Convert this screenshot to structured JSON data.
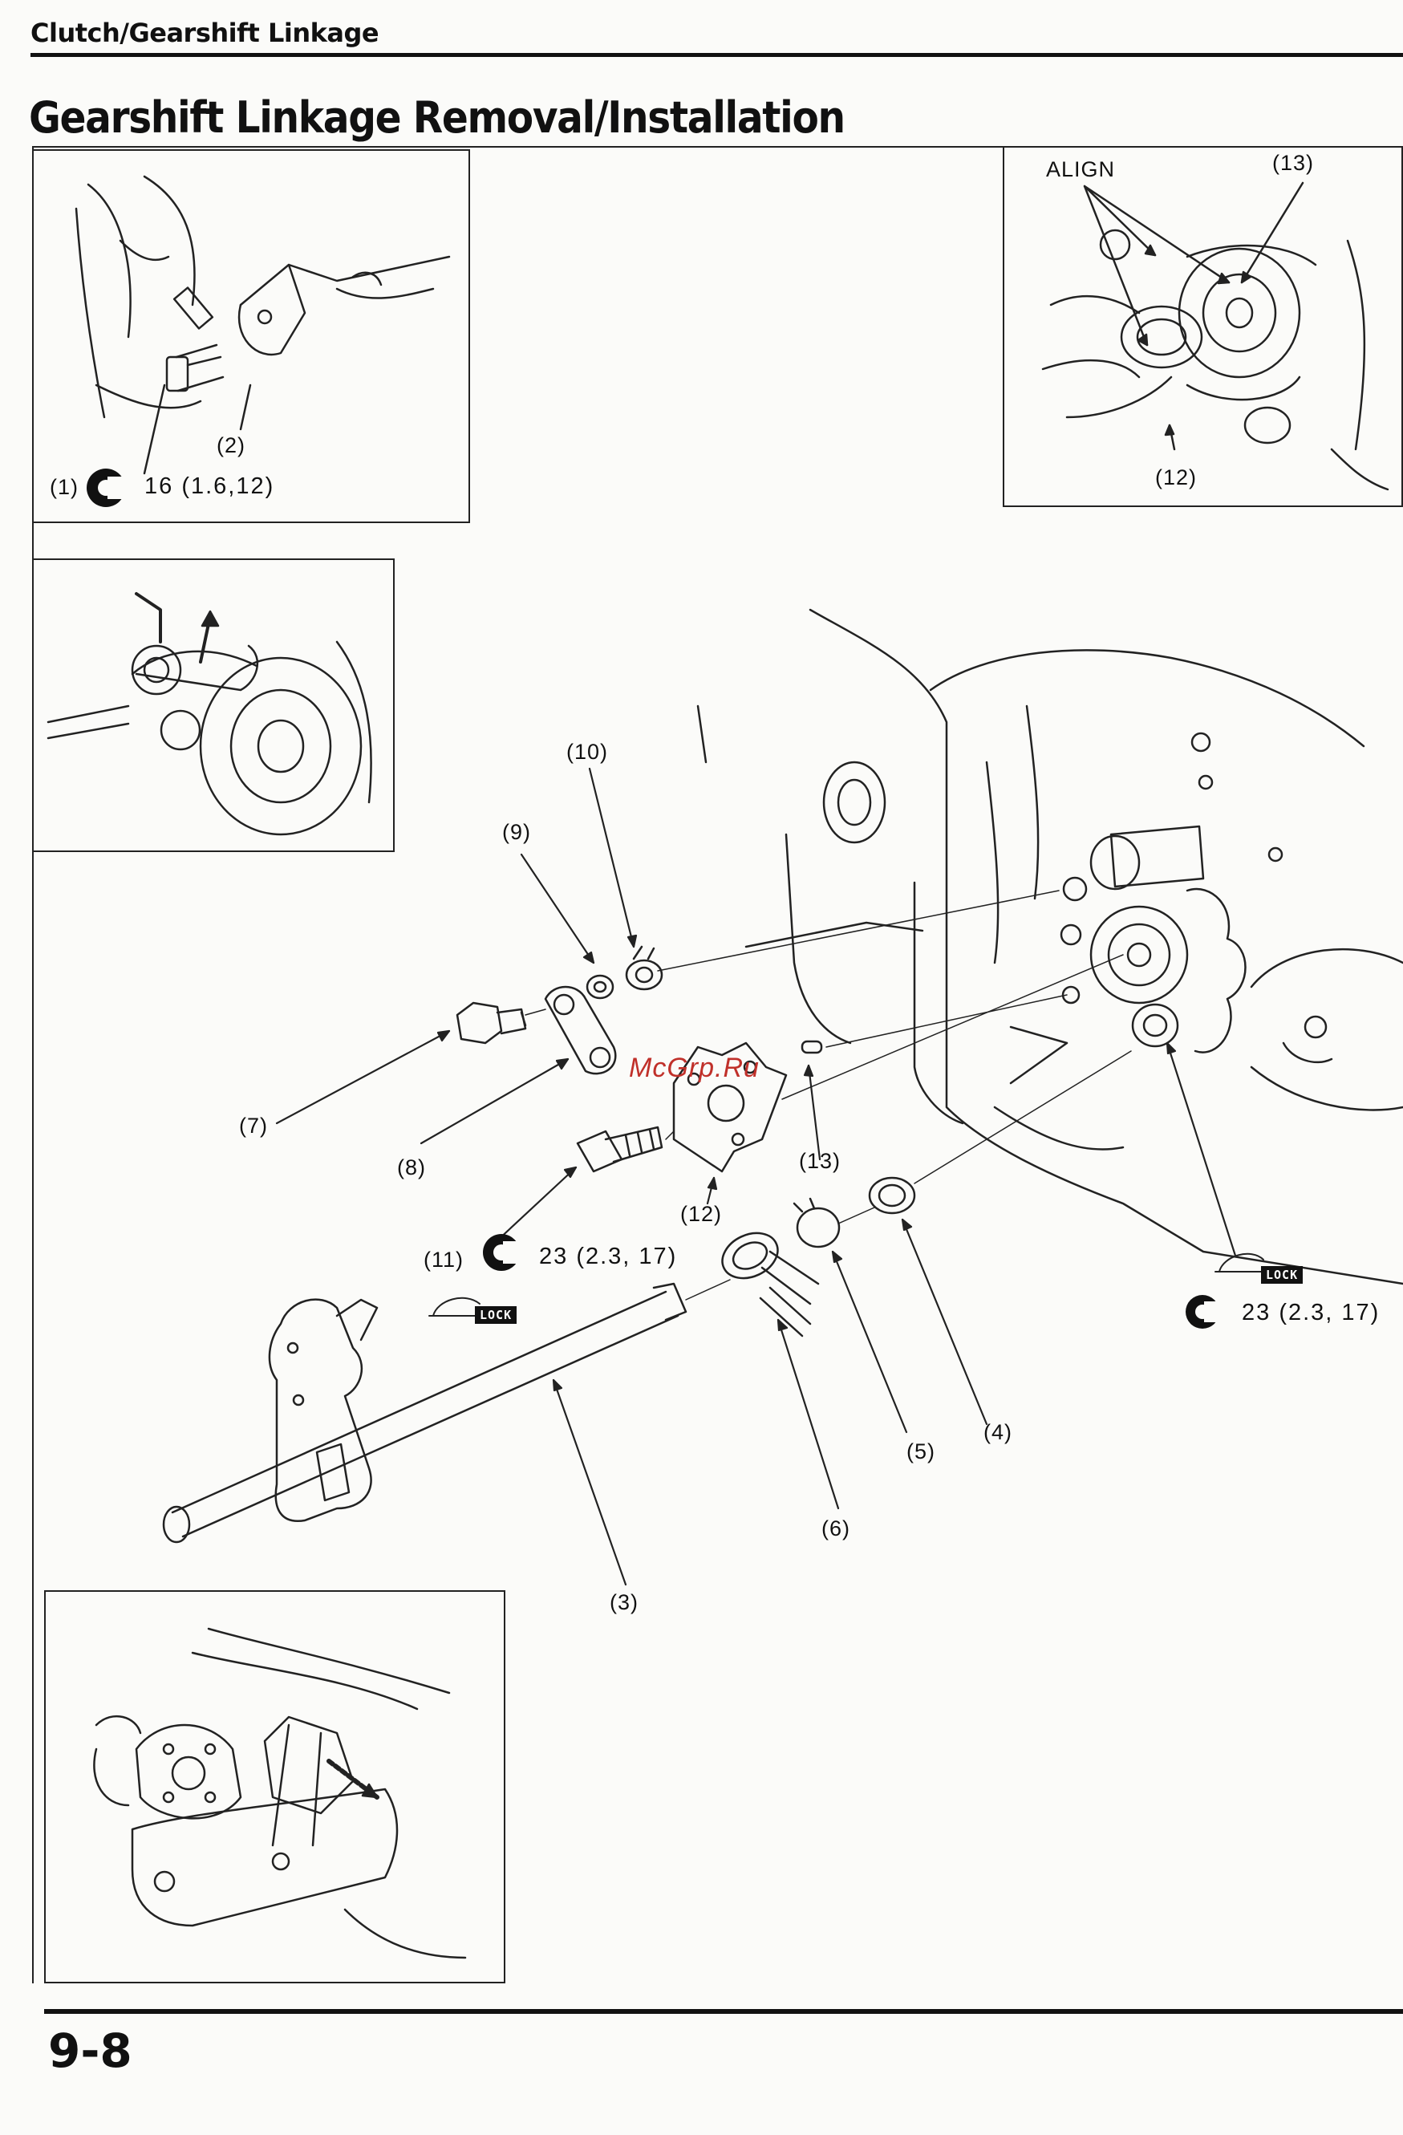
{
  "header": {
    "section": "Clutch/Gearshift Linkage",
    "title": "Gearshift Linkage Removal/Installation"
  },
  "panel_top_left": {
    "callout_1": "(1)",
    "callout_2": "(2)",
    "torque_1": "16 (1.6,12)"
  },
  "panel_top_right": {
    "align_label": "ALIGN",
    "callout_13": "(13)",
    "callout_12": "(12)"
  },
  "main_diagram": {
    "callouts": {
      "c3": "(3)",
      "c4": "(4)",
      "c5": "(5)",
      "c6": "(6)",
      "c7": "(7)",
      "c8": "(8)",
      "c9": "(9)",
      "c10": "(10)",
      "c11": "(11)",
      "c12": "(12)",
      "c13": "(13)"
    },
    "torque_11": "23 (2.3, 17)",
    "torque_right": "23 (2.3, 17)",
    "lock_label": "LOCK",
    "watermark": "McGrp.Ru"
  },
  "footer": {
    "page_number": "9-8"
  },
  "icons": [
    "torque-wrench-icon",
    "lock-thread-icon"
  ]
}
